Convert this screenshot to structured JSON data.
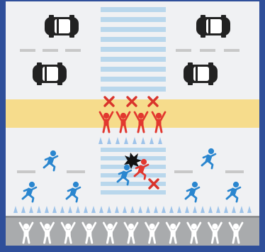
{
  "scene": {
    "colors": {
      "frame": "#2f4f9a",
      "ground": "#f0f1f3",
      "crosswalk": "#b9d7ec",
      "lane_marking": "#c8c8c8",
      "sidewalk": "#f6dc8c",
      "spike": "#9fc4ea",
      "curb": "#a9abad",
      "car": "#222222",
      "red_figure": "#e2382f",
      "blue_figure": "#2a86cf",
      "white_figure": "#ffffff",
      "x_mark": "#d9332b",
      "collision_burst": "#111111"
    },
    "counts": {
      "cars": 4,
      "red_figures_blocked": 4,
      "red_x_marks": 4,
      "blue_runners": 7,
      "spectators": 11
    },
    "icons": [
      "car-icon",
      "red-person-arms-up-icon",
      "blue-running-person-icon",
      "white-person-arms-up-icon",
      "x-mark-icon",
      "collision-burst-icon"
    ]
  }
}
